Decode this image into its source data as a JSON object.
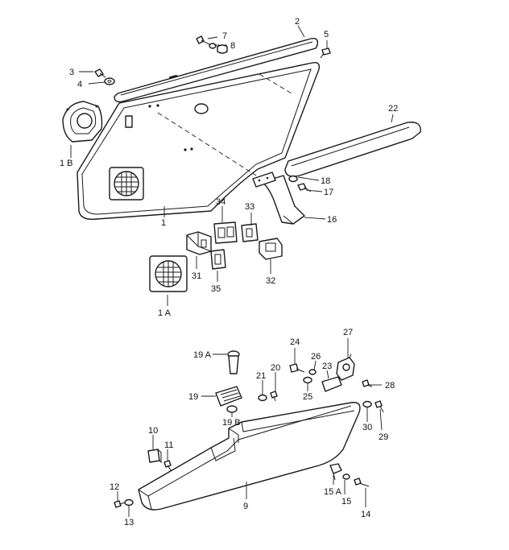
{
  "diagram": {
    "title": "Door trim panel exploded parts diagram",
    "labels": {
      "p1": "1",
      "p1a": "1 A",
      "p1b": "1 B",
      "p2": "2",
      "p3": "3",
      "p4": "4",
      "p5": "5",
      "p7": "7",
      "p8": "8",
      "p9": "9",
      "p10": "10",
      "p11": "11",
      "p12": "12",
      "p13": "13",
      "p14": "14",
      "p15": "15",
      "p15a": "15 A",
      "p16": "16",
      "p17": "17",
      "p18": "18",
      "p19": "19",
      "p19a": "19 A",
      "p19b": "19 B",
      "p20": "20",
      "p21": "21",
      "p22": "22",
      "p23": "23",
      "p24": "24",
      "p25": "25",
      "p26": "26",
      "p27": "27",
      "p28": "28",
      "p29": "29",
      "p30": "30",
      "p31": "31",
      "p32": "32",
      "p33": "33",
      "p34": "34",
      "p35": "35"
    }
  }
}
